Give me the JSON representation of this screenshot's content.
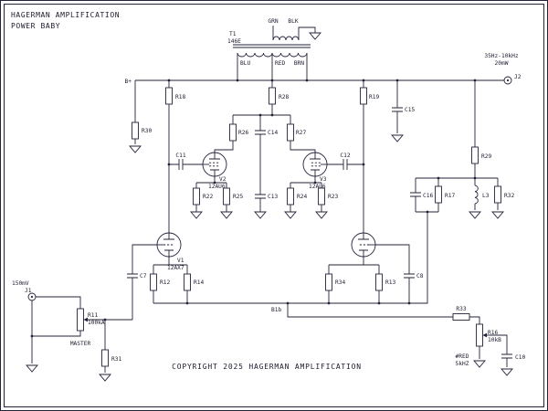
{
  "title": {
    "line1": "HAGERMAN AMPLIFICATION",
    "line2": "POWER BABY"
  },
  "copyright": "COPYRIGHT 2025 HAGERMAN AMPLIFICATION",
  "nets": {
    "b_plus": "B+",
    "bus": "B1b"
  },
  "transformer": {
    "ref": "T1",
    "value": "146E",
    "lead_grn": "GRN",
    "lead_blk": "BLK",
    "tap_blu": "BLU",
    "tap_red": "RED",
    "tap_brn": "BRN"
  },
  "jacks": {
    "input_ref": "J1",
    "input_spec": "150mV",
    "output_ref": "J2",
    "output_spec_freq": "35Hz-10kHz",
    "output_spec_power": "20mW"
  },
  "tubes": {
    "v1_ref": "V1",
    "v1_type": "12AX7",
    "v2_ref": "V2",
    "v2_type": "12AU6",
    "v3_ref": "V3",
    "v3_type": "12AU6"
  },
  "parts": {
    "r11": "R11",
    "r11_value": "100kA",
    "r11_func": "MASTER",
    "r12": "R12",
    "r13": "R13",
    "r14": "R14",
    "r16": "R16",
    "r16_value": "10kB",
    "r16_note1": "#RED",
    "r16_note2": "5kHZ",
    "r17": "R17",
    "r18": "R18",
    "r19": "R19",
    "r22": "R22",
    "r23": "R23",
    "r24": "R24",
    "r25": "R25",
    "r26": "R26",
    "r27": "R27",
    "r28": "R28",
    "r29": "R29",
    "r30": "R30",
    "r31": "R31",
    "r32": "R32",
    "r33": "R33",
    "r34": "R34",
    "c7": "C7",
    "c8": "C8",
    "c10": "C10",
    "c11": "C11",
    "c12": "C12",
    "c13": "C13",
    "c14": "C14",
    "c15": "C15",
    "c16": "C16",
    "l3": "L3"
  }
}
